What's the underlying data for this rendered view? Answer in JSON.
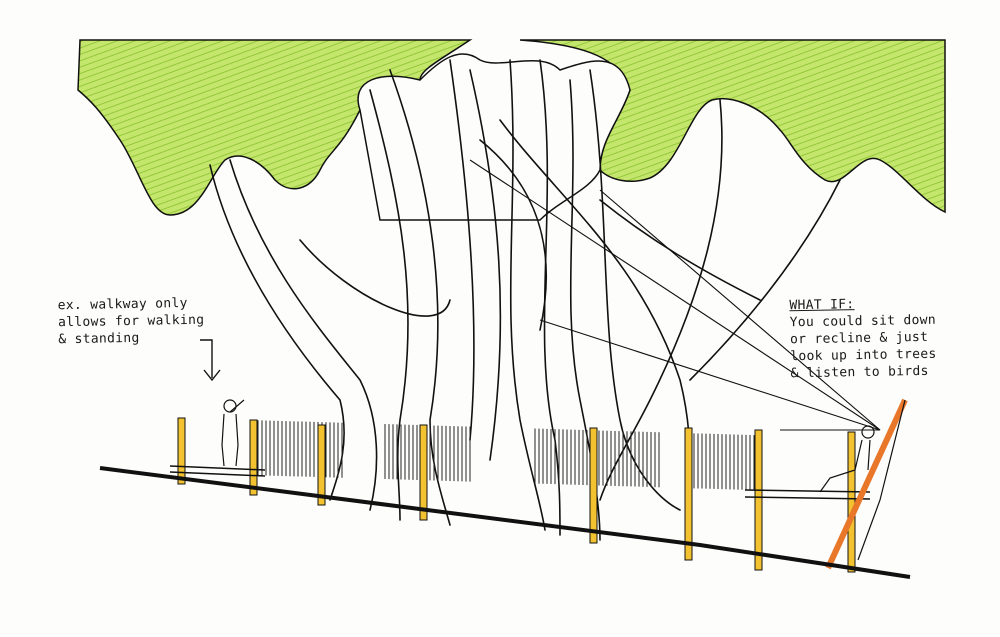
{
  "annotations": {
    "left": {
      "lines": [
        "ex. walkway only",
        "allows for walking",
        "& standing"
      ]
    },
    "right": {
      "heading": "WHAT IF:",
      "lines": [
        "You could sit down",
        "or recline & just",
        "look up into trees",
        "& listen to birds"
      ]
    }
  },
  "colors": {
    "canopy": "#b6de5a",
    "canopy_accent": "#8fc0d8",
    "posts": "#f2c230",
    "lounger": "#e8772a",
    "ink": "#111111"
  }
}
